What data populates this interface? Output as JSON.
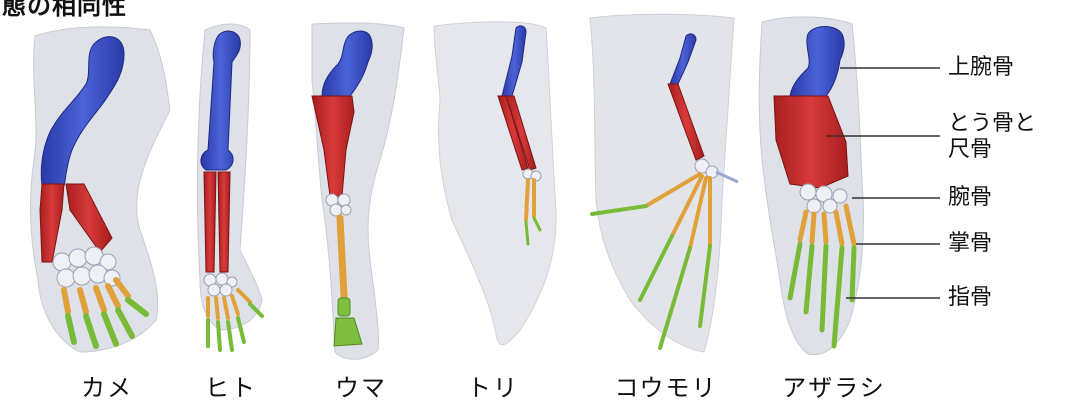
{
  "title": "態の相同性",
  "animals": [
    "カメ",
    "ヒト",
    "ウマ",
    "トリ",
    "コウモリ",
    "アザラシ"
  ],
  "legend": [
    {
      "label": "上腕骨",
      "color": "#3b4fc4"
    },
    {
      "label": "とう骨と\n尺骨",
      "color": "#c92a2a"
    },
    {
      "label": "腕骨",
      "color": "#e8ecf4"
    },
    {
      "label": "掌骨",
      "color": "#e8a640"
    },
    {
      "label": "指骨",
      "color": "#7fbf3f"
    }
  ]
}
